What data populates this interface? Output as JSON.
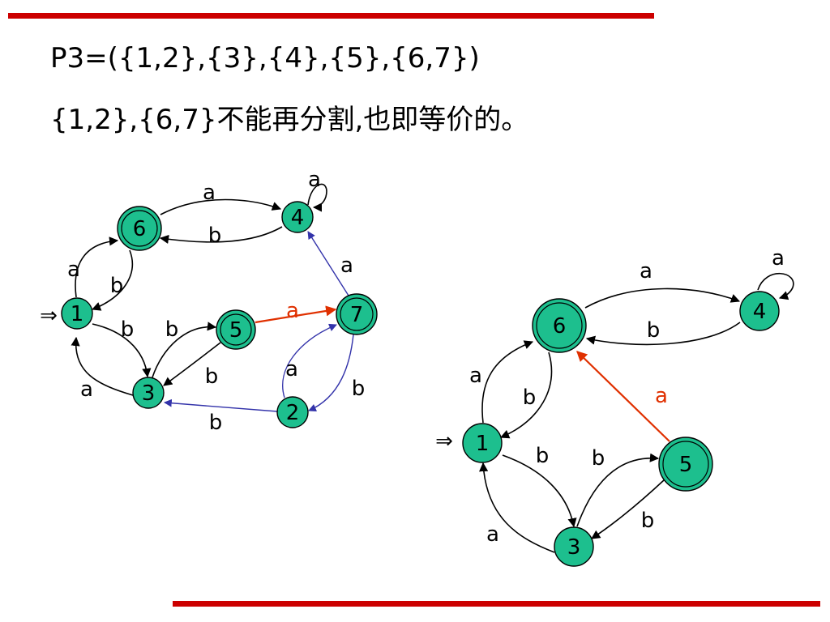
{
  "header": {
    "line1": "P3=({1,2},{3},{4},{5},{6,7})",
    "line2": "{1,2},{6,7}不能再分割,也即等价的。"
  },
  "colors": {
    "accent_bar": "#cc0000",
    "node_fill": "#1dbf8e",
    "edge_black": "#000000",
    "edge_red": "#e03000",
    "edge_blue": "#3333aa"
  },
  "start_marker": "⇒",
  "diagrams": [
    {
      "id": "left",
      "nodes": [
        {
          "id": "6",
          "label": "6",
          "accepting": true
        },
        {
          "id": "4",
          "label": "4",
          "accepting": false
        },
        {
          "id": "1",
          "label": "1",
          "accepting": false,
          "start": true
        },
        {
          "id": "5",
          "label": "5",
          "accepting": true
        },
        {
          "id": "7",
          "label": "7",
          "accepting": true
        },
        {
          "id": "3",
          "label": "3",
          "accepting": false
        },
        {
          "id": "2",
          "label": "2",
          "accepting": false
        }
      ],
      "edges": [
        {
          "from": "6",
          "to": "4",
          "label": "a",
          "color": "black"
        },
        {
          "from": "4",
          "to": "6",
          "label": "b",
          "color": "black"
        },
        {
          "from": "4",
          "to": "4",
          "label": "a",
          "color": "black"
        },
        {
          "from": "1",
          "to": "6",
          "label": "a",
          "color": "black"
        },
        {
          "from": "6",
          "to": "1",
          "label": "b",
          "color": "black"
        },
        {
          "from": "1",
          "to": "3",
          "label": "b",
          "color": "black"
        },
        {
          "from": "3",
          "to": "1",
          "label": "a",
          "color": "black"
        },
        {
          "from": "3",
          "to": "5",
          "label": "b",
          "color": "black"
        },
        {
          "from": "5",
          "to": "3",
          "label": "b",
          "color": "black"
        },
        {
          "from": "5",
          "to": "7",
          "label": "a",
          "color": "red"
        },
        {
          "from": "7",
          "to": "4",
          "label": "a",
          "color": "blue"
        },
        {
          "from": "2",
          "to": "7",
          "label": "a",
          "color": "blue"
        },
        {
          "from": "7",
          "to": "2",
          "label": "b",
          "color": "blue"
        },
        {
          "from": "2",
          "to": "3",
          "label": "b",
          "color": "blue"
        }
      ]
    },
    {
      "id": "right",
      "nodes": [
        {
          "id": "6",
          "label": "6",
          "accepting": true
        },
        {
          "id": "4",
          "label": "4",
          "accepting": false
        },
        {
          "id": "1",
          "label": "1",
          "accepting": false,
          "start": true
        },
        {
          "id": "5",
          "label": "5",
          "accepting": true
        },
        {
          "id": "3",
          "label": "3",
          "accepting": false
        }
      ],
      "edges": [
        {
          "from": "6",
          "to": "4",
          "label": "a",
          "color": "black"
        },
        {
          "from": "4",
          "to": "6",
          "label": "b",
          "color": "black"
        },
        {
          "from": "4",
          "to": "4",
          "label": "a",
          "color": "black"
        },
        {
          "from": "1",
          "to": "6",
          "label": "a",
          "color": "black"
        },
        {
          "from": "6",
          "to": "1",
          "label": "b",
          "color": "black"
        },
        {
          "from": "1",
          "to": "3",
          "label": "b",
          "color": "black"
        },
        {
          "from": "3",
          "to": "1",
          "label": "a",
          "color": "black"
        },
        {
          "from": "3",
          "to": "5",
          "label": "b",
          "color": "black"
        },
        {
          "from": "5",
          "to": "3",
          "label": "b",
          "color": "black"
        },
        {
          "from": "5",
          "to": "6",
          "label": "a",
          "color": "red"
        }
      ]
    }
  ]
}
